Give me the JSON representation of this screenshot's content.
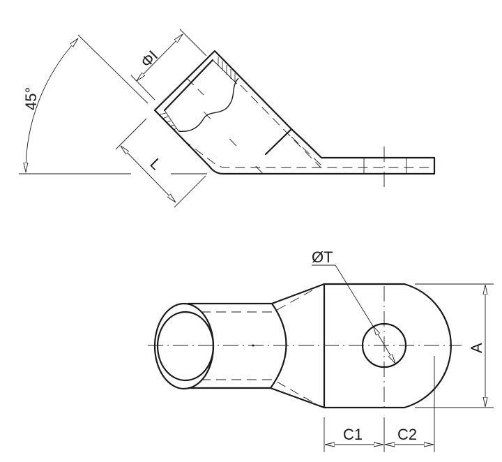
{
  "drawing": {
    "side_view": {
      "angle_label": "45°",
      "diameter_label": "ΦI",
      "length_label": "L"
    },
    "top_view": {
      "hole_label": "ØT",
      "width_label": "A",
      "c1_label": "C1",
      "c2_label": "C2"
    },
    "line_color": "#1a1a1a"
  }
}
